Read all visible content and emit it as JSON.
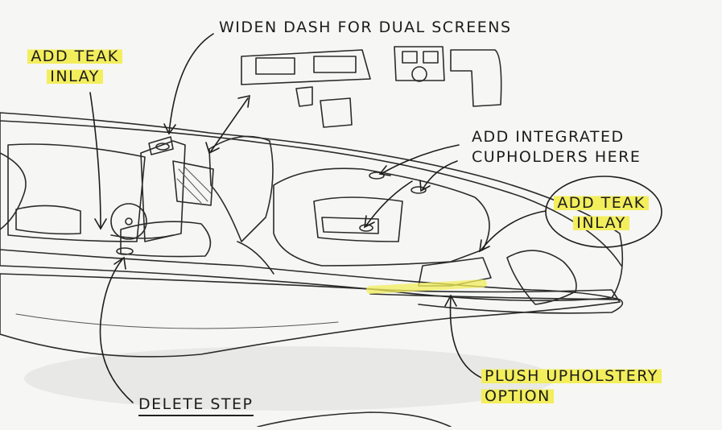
{
  "annotations": {
    "widen_dash": "WIDEN DASH FOR DUAL SCREENS",
    "teak_left_line1": "ADD TEAK",
    "teak_left_line2": "INLAY",
    "cupholders_line1": "ADD INTEGRATED",
    "cupholders_line2": "CUPHOLDERS HERE",
    "teak_right_line1": "ADD TEAK",
    "teak_right_line2": "INLAY",
    "upholstery_line1": "PLUSH UPHOLSTERY",
    "upholstery_line2": "OPTION",
    "delete_step": "DELETE STEP"
  },
  "colors": {
    "highlight": "#f3ee5c",
    "ink": "#1c1c1c",
    "teak": "#b98f5c",
    "hull_shadow": "#d6d6d6",
    "paper": "#f6f6f4"
  }
}
